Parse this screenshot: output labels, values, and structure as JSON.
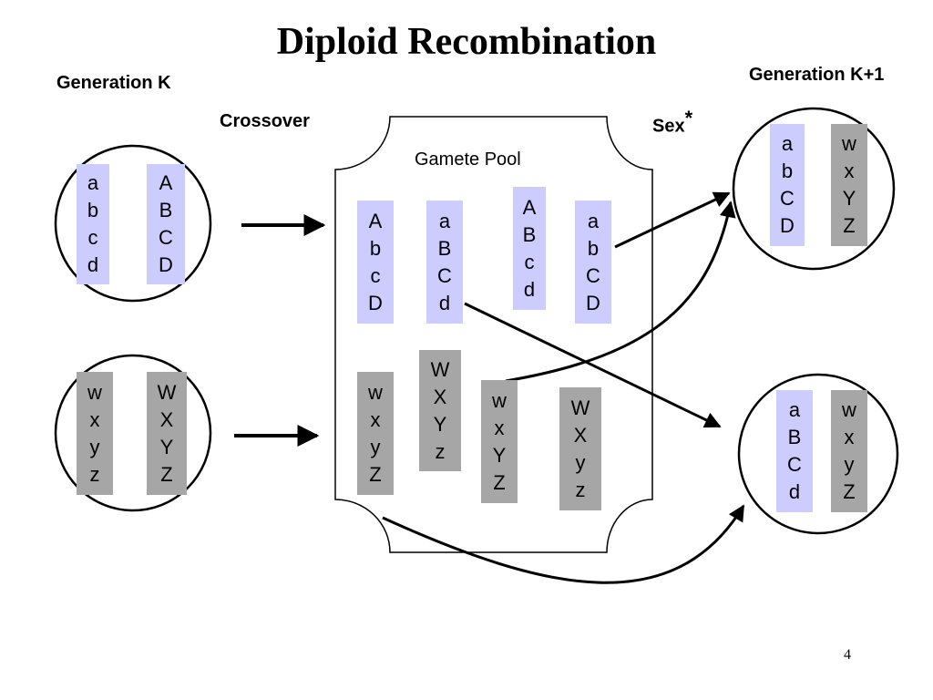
{
  "title": "Diploid Recombination",
  "labels": {
    "gen_k": "Generation K",
    "gen_k1": "Generation K+1",
    "crossover": "Crossover",
    "sex": "Sex",
    "sex_asterisk": "*",
    "gamete_pool": "Gamete Pool"
  },
  "page_number": "4",
  "colors": {
    "light_chromosome": "#ccccff",
    "dark_chromosome": "#a6a6a6"
  },
  "chromosomes": {
    "gen_k_top_left": [
      "a",
      "b",
      "c",
      "d"
    ],
    "gen_k_top_right": [
      "A",
      "B",
      "C",
      "D"
    ],
    "gen_k_bottom_left": [
      "w",
      "x",
      "y",
      "z"
    ],
    "gen_k_bottom_right": [
      "W",
      "X",
      "Y",
      "Z"
    ],
    "pool_1": [
      "A",
      "b",
      "c",
      "D"
    ],
    "pool_2": [
      "a",
      "B",
      "C",
      "d"
    ],
    "pool_3": [
      "A",
      "B",
      "c",
      "d"
    ],
    "pool_4": [
      "a",
      "b",
      "C",
      "D"
    ],
    "pool_5": [
      "w",
      "x",
      "y",
      "Z"
    ],
    "pool_6": [
      "W",
      "X",
      "Y",
      "z"
    ],
    "pool_7": [
      "w",
      "x",
      "Y",
      "Z"
    ],
    "pool_8": [
      "W",
      "X",
      "y",
      "z"
    ],
    "gen_k1_top_left": [
      "a",
      "b",
      "C",
      "D"
    ],
    "gen_k1_top_right": [
      "w",
      "x",
      "Y",
      "Z"
    ],
    "gen_k1_bottom_left": [
      "a",
      "B",
      "C",
      "d"
    ],
    "gen_k1_bottom_right": [
      "w",
      "x",
      "y",
      "Z"
    ]
  }
}
